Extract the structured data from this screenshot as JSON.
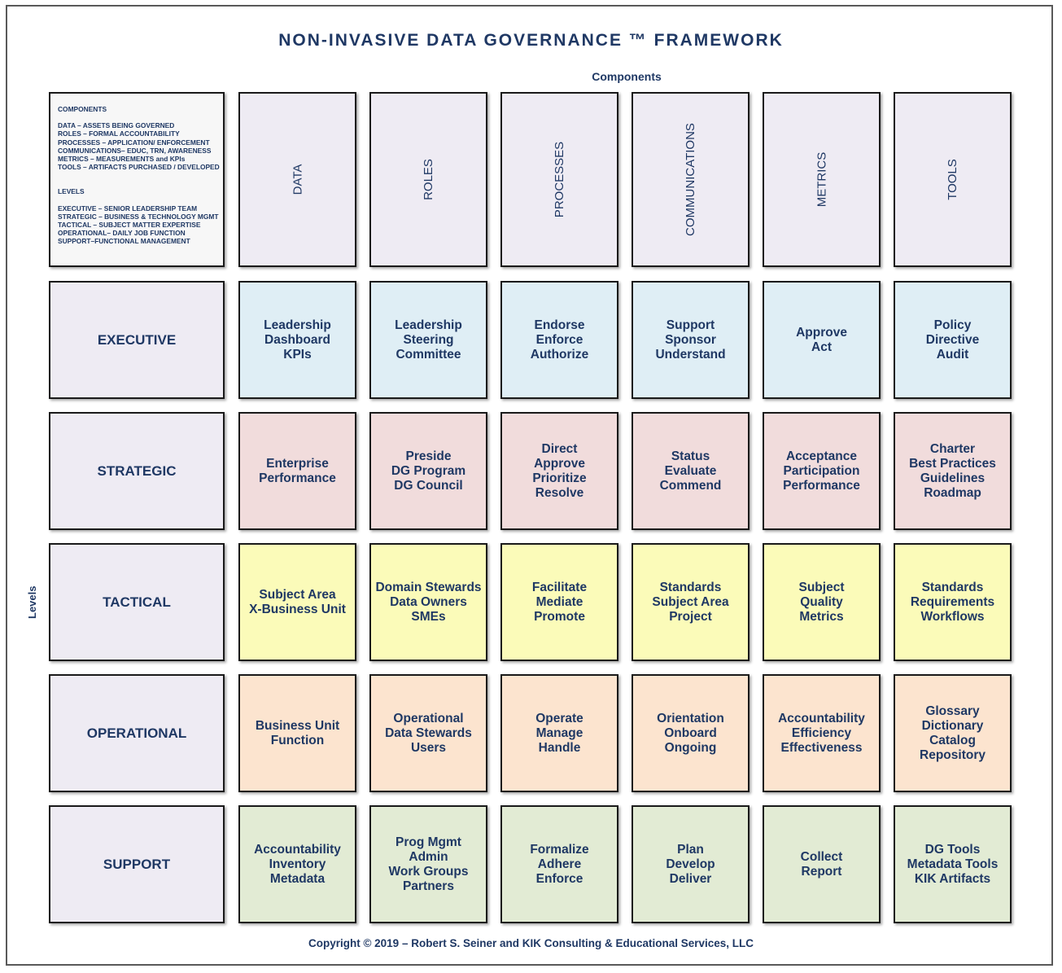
{
  "title": "NON-INVASIVE DATA GOVERNANCE ™ FRAMEWORK",
  "components_label": "Components",
  "levels_label": "Levels",
  "legend": {
    "components_heading": "COMPONENTS",
    "components": [
      "DATA – ASSETS BEING GOVERNED",
      "ROLES – FORMAL ACCOUNTABILITY",
      "PROCESSES – APPLICATION/ ENFORCEMENT",
      "COMMUNICATIONS– EDUC, TRN, AWARENESS",
      "METRICS – MEASUREMENTS and KPIs",
      "TOOLS – ARTIFACTS PURCHASED / DEVELOPED"
    ],
    "levels_heading": "LEVELS",
    "levels": [
      "EXECUTIVE – SENIOR LEADERSHIP TEAM",
      "STRATEGIC – BUSINESS & TECHNOLOGY MGMT",
      "TACTICAL – SUBJECT MATTER EXPERTISE",
      "OPERATIONAL– DAILY JOB FUNCTION",
      "SUPPORT–FUNCTIONAL MANAGEMENT"
    ]
  },
  "component_headers": [
    "DATA",
    "ROLES",
    "PROCESSES",
    "COMMUNICATIONS",
    "METRICS",
    "TOOLS"
  ],
  "level_headers": [
    "EXECUTIVE",
    "STRATEGIC",
    "TACTICAL",
    "OPERATIONAL",
    "SUPPORT"
  ],
  "colors": {
    "executive": "#dfeef5",
    "strategic": "#f1dcdc",
    "tactical": "#fbfbb9",
    "operational": "#fce4cf",
    "support": "#e2ebd4",
    "header": "#eeebf3",
    "text": "#1f3864"
  },
  "cells": [
    [
      [
        "Leadership",
        "Dashboard",
        "KPIs"
      ],
      [
        "Leadership",
        "Steering",
        "Committee"
      ],
      [
        "Endorse",
        "Enforce",
        "Authorize"
      ],
      [
        "Support",
        "Sponsor",
        "Understand"
      ],
      [
        "Approve",
        "Act"
      ],
      [
        "Policy",
        "Directive",
        "Audit"
      ]
    ],
    [
      [
        "Enterprise",
        "Performance"
      ],
      [
        "Preside",
        "DG Program",
        "DG Council"
      ],
      [
        "Direct",
        "Approve",
        "Prioritize",
        "Resolve"
      ],
      [
        "Status",
        "Evaluate",
        "Commend"
      ],
      [
        "Acceptance",
        "Participation",
        "Performance"
      ],
      [
        "Charter",
        "Best Practices",
        "Guidelines",
        "Roadmap"
      ]
    ],
    [
      [
        "Subject Area",
        "X-Business Unit"
      ],
      [
        "Domain Stewards",
        "Data Owners",
        "SMEs"
      ],
      [
        "Facilitate",
        "Mediate",
        "Promote"
      ],
      [
        "Standards",
        "Subject Area",
        "Project"
      ],
      [
        "Subject",
        "Quality",
        "Metrics"
      ],
      [
        "Standards",
        "Requirements",
        "Workflows"
      ]
    ],
    [
      [
        "Business Unit",
        "Function"
      ],
      [
        "Operational",
        "Data Stewards",
        "Users"
      ],
      [
        "Operate",
        "Manage",
        "Handle"
      ],
      [
        "Orientation",
        "Onboard",
        "Ongoing"
      ],
      [
        "Accountability",
        "Efficiency",
        "Effectiveness"
      ],
      [
        "Glossary",
        "Dictionary",
        "Catalog",
        "Repository"
      ]
    ],
    [
      [
        "Accountability",
        "Inventory",
        "Metadata"
      ],
      [
        "Prog Mgmt",
        "Admin",
        "Work Groups",
        "Partners"
      ],
      [
        "Formalize",
        "Adhere",
        "Enforce"
      ],
      [
        "Plan",
        "Develop",
        "Deliver"
      ],
      [
        "Collect",
        "Report"
      ],
      [
        "DG Tools",
        "Metadata Tools",
        "KIK Artifacts"
      ]
    ]
  ],
  "copyright": "Copyright © 2019 – Robert S. Seiner and KIK Consulting & Educational Services, LLC"
}
